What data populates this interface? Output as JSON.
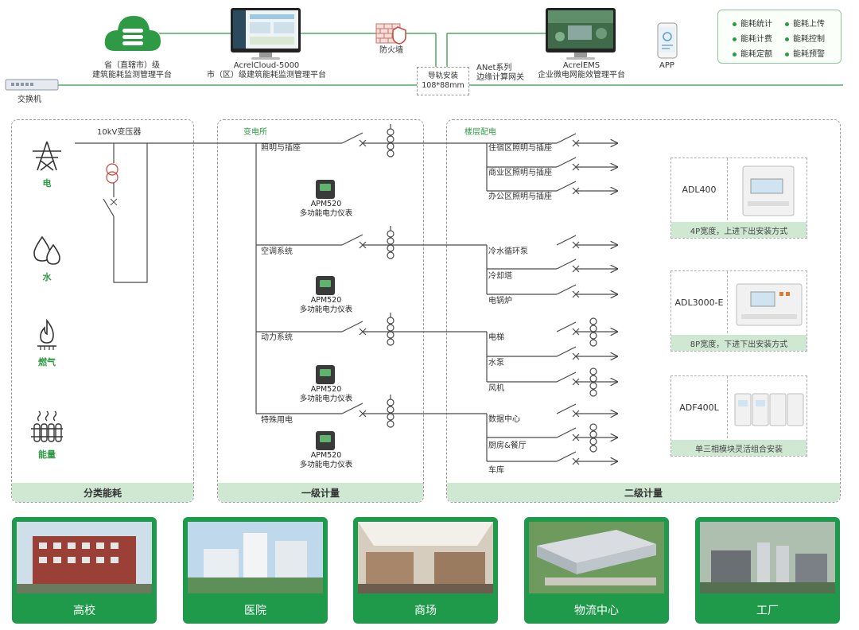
{
  "network": {
    "province_platform": "省（直辖市）级\n建筑能耗监测管理平台",
    "city_platform": "AcrelCloud-5000\n市（区）级建筑能耗监测管理平台",
    "firewall": "防火墙",
    "gateway_install": "导轨安装\n108*88mm",
    "gateway": "ANet系列\n边缘计算网关",
    "ems": "AcrelEMS\n企业微电网能效管理平台",
    "app": "APP",
    "switch": "交换机"
  },
  "features": [
    "能耗统计",
    "能耗上传",
    "能耗计费",
    "能耗控制",
    "能耗定额",
    "能耗预警"
  ],
  "categories": [
    {
      "label": "电",
      "icon": "power-tower-icon"
    },
    {
      "label": "水",
      "icon": "water-drop-icon"
    },
    {
      "label": "燃气",
      "icon": "gas-flame-icon"
    },
    {
      "label": "能量",
      "icon": "heat-radiator-icon"
    }
  ],
  "panels": {
    "classify_footer": "分类能耗",
    "level1_footer": "一级计量",
    "level2_footer": "二级计量",
    "substation_title": "变电所",
    "floor_title": "楼层配电",
    "transformer": "10kV变压器"
  },
  "level1_branches": [
    "照明与插座",
    "空调系统",
    "动力系统",
    "特殊用电"
  ],
  "meters": [
    {
      "model": "APM520",
      "desc": "多功能电力仪表"
    },
    {
      "model": "APM520",
      "desc": "多功能电力仪表"
    },
    {
      "model": "APM520",
      "desc": "多功能电力仪表"
    },
    {
      "model": "APM520",
      "desc": "多功能电力仪表"
    }
  ],
  "level2_loads": [
    "住宿区照明与插座",
    "商业区照明与插座",
    "办公区照明与插座",
    "冷水循环泵",
    "冷却塔",
    "电锅炉",
    "电梯",
    "水泵",
    "风机",
    "数据中心",
    "厨房&餐厅",
    "车库"
  ],
  "devices": [
    {
      "name": "ADL400",
      "caption": "4P宽度，上进下出安装方式"
    },
    {
      "name": "ADL3000-E",
      "caption": "8P宽度，下进下出安装方式"
    },
    {
      "name": "ADF400L",
      "caption": "单三相模块灵活组合安装"
    }
  ],
  "scenes": [
    "高校",
    "医院",
    "商场",
    "物流中心",
    "工厂"
  ],
  "colors": {
    "accent": "#2f9a45",
    "caption_bg": "#cfe8d2",
    "scene_bg": "#1e9a4a",
    "line": "#4a4a4a"
  }
}
